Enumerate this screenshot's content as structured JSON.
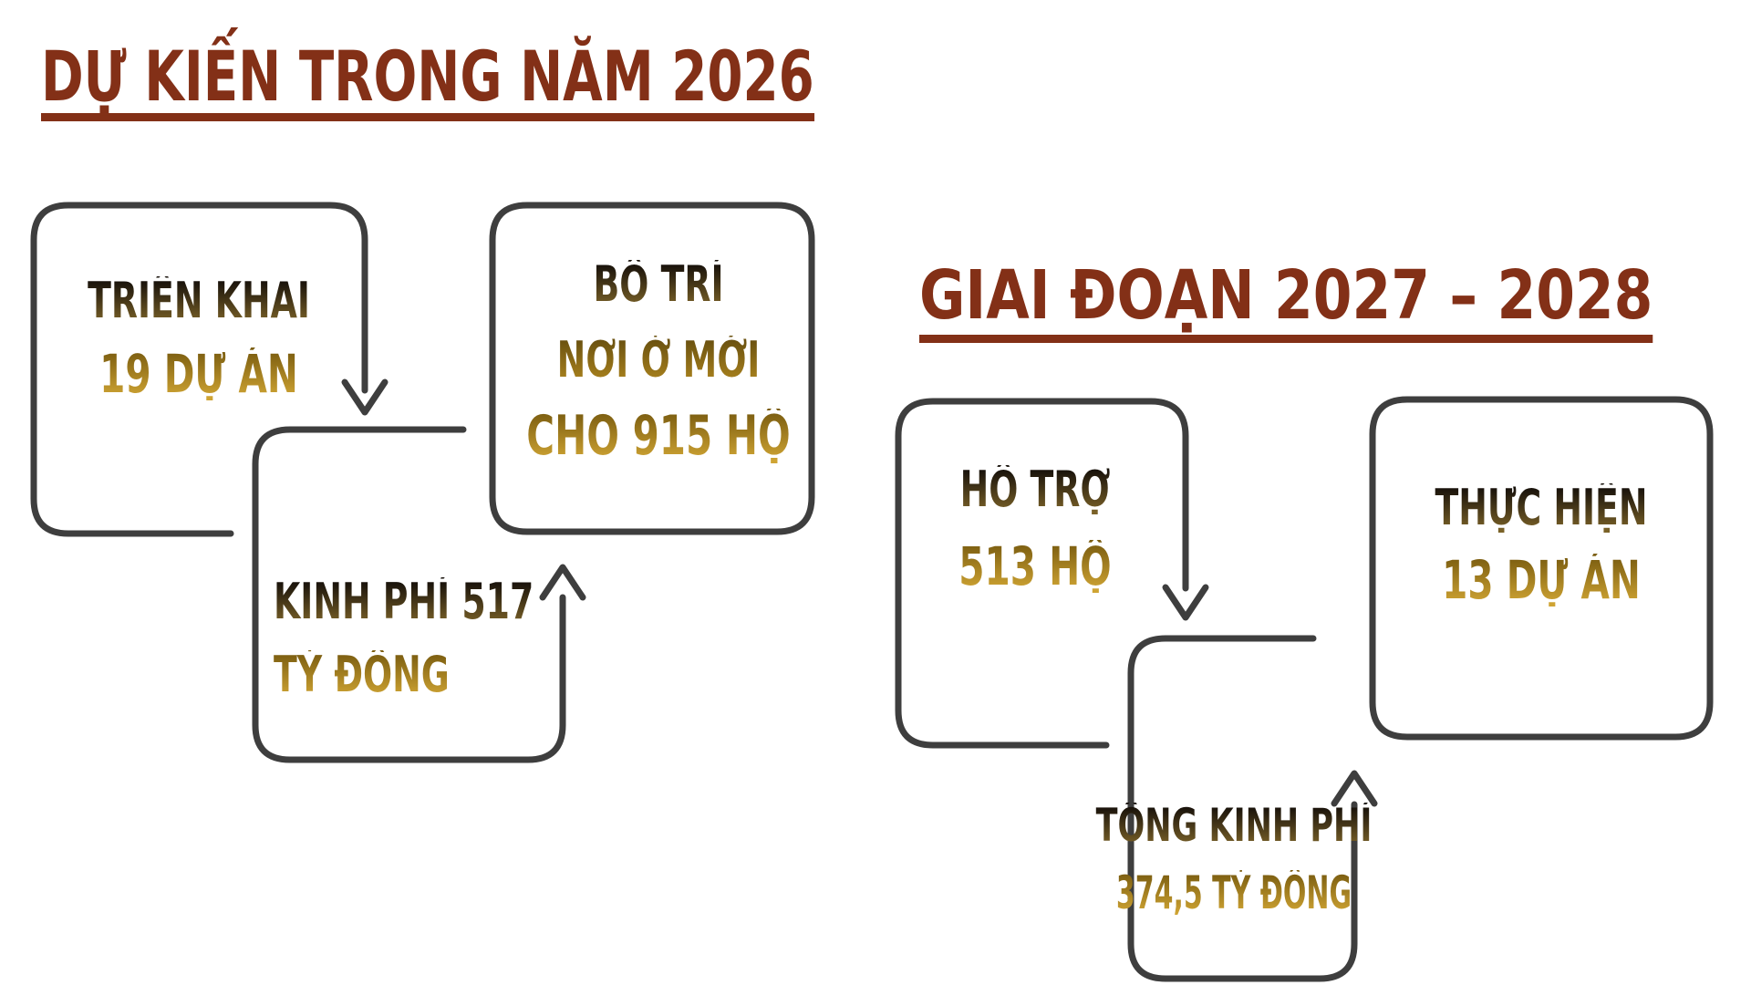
{
  "colors": {
    "title": "#833017",
    "outline": "#3e3e3e",
    "text_dark": "#33270f",
    "text_gold": "#a8821d"
  },
  "left": {
    "title": "DỰ KIẾN TRONG NĂM 2026",
    "box1": {
      "line1": "TRIỂN KHAI",
      "line2": "19 DỰ ÁN"
    },
    "box2": {
      "line1": "KINH PHÍ 517",
      "line2": "TỶ ĐỒNG"
    },
    "box3": {
      "line1": "BỐ TRÍ",
      "line2": "NƠI Ở MỚI",
      "line3": "CHO 915 HỘ"
    }
  },
  "right": {
    "title": "GIAI ĐOẠN 2027 – 2028",
    "box1": {
      "line1": "HỖ TRỢ",
      "line2": "513 HỘ"
    },
    "box2": {
      "line1": "TỔNG KINH PHÍ",
      "line2": "374,5 TỶ ĐỒNG"
    },
    "box3": {
      "line1": "THỰC HIỆN",
      "line2": "13 DỰ ÁN"
    }
  }
}
